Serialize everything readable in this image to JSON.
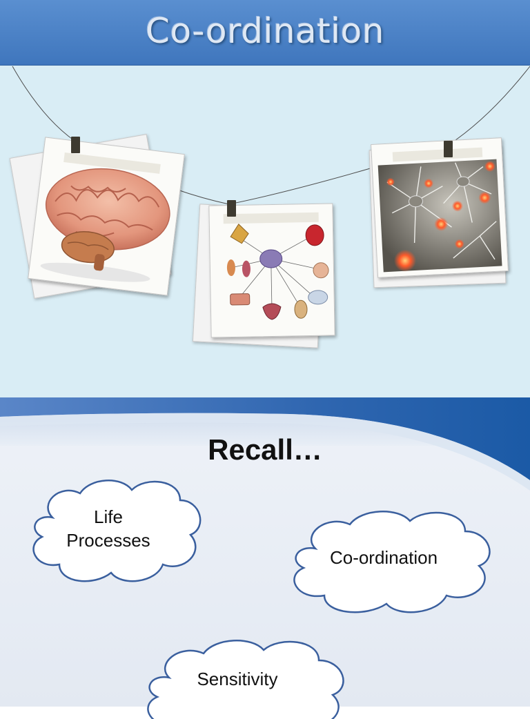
{
  "slide1": {
    "title": "Co-ordination",
    "photos": [
      {
        "name": "brain-photo",
        "subject": "brain"
      },
      {
        "name": "endocrine-glands-photo",
        "subject": "endocrine glands diagram"
      },
      {
        "name": "neurons-photo",
        "subject": "neurons"
      }
    ],
    "colors": {
      "title_bar": "#4a80c6",
      "background": "#d9edf5"
    }
  },
  "slide2": {
    "heading": "Recall…",
    "clouds": [
      {
        "line1": "Life",
        "line2": "Processes"
      },
      {
        "line1": "Co-ordination"
      },
      {
        "line1": "Sensitivity"
      }
    ],
    "colors": {
      "cloud_outline": "#3a5f9e",
      "accent_wave": "#1d5ea8"
    }
  }
}
